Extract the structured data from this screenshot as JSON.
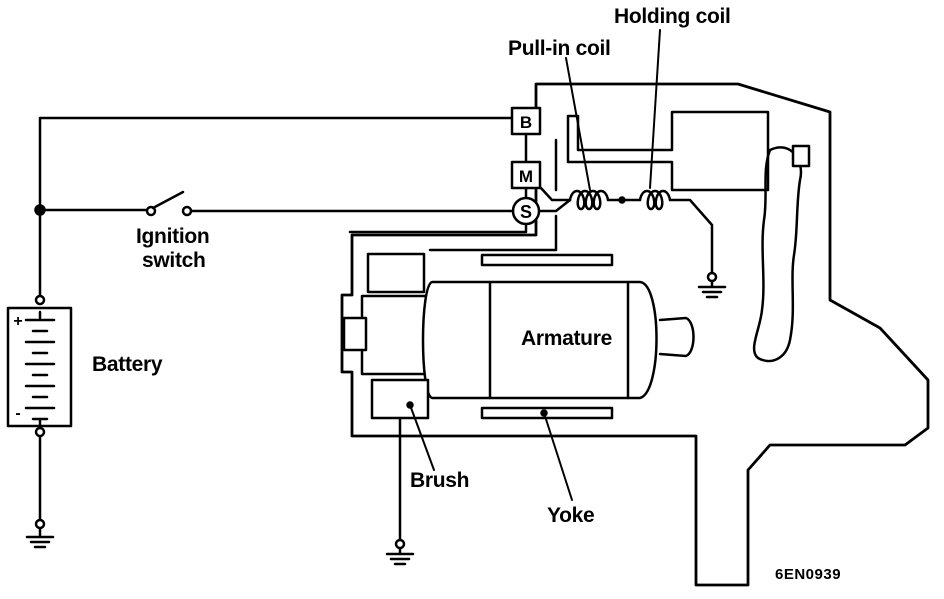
{
  "labels": {
    "holding_coil": "Holding coil",
    "pull_in_coil": "Pull-in coil",
    "ignition_switch_line1": "Ignition",
    "ignition_switch_line2": "switch",
    "battery": "Battery",
    "armature": "Armature",
    "brush": "Brush",
    "yoke": "Yoke",
    "figure_code": "6EN0939"
  },
  "terminals": {
    "b": "B",
    "m": "M",
    "s": "S"
  },
  "battery_signs": {
    "plus": "+",
    "minus": "-"
  }
}
